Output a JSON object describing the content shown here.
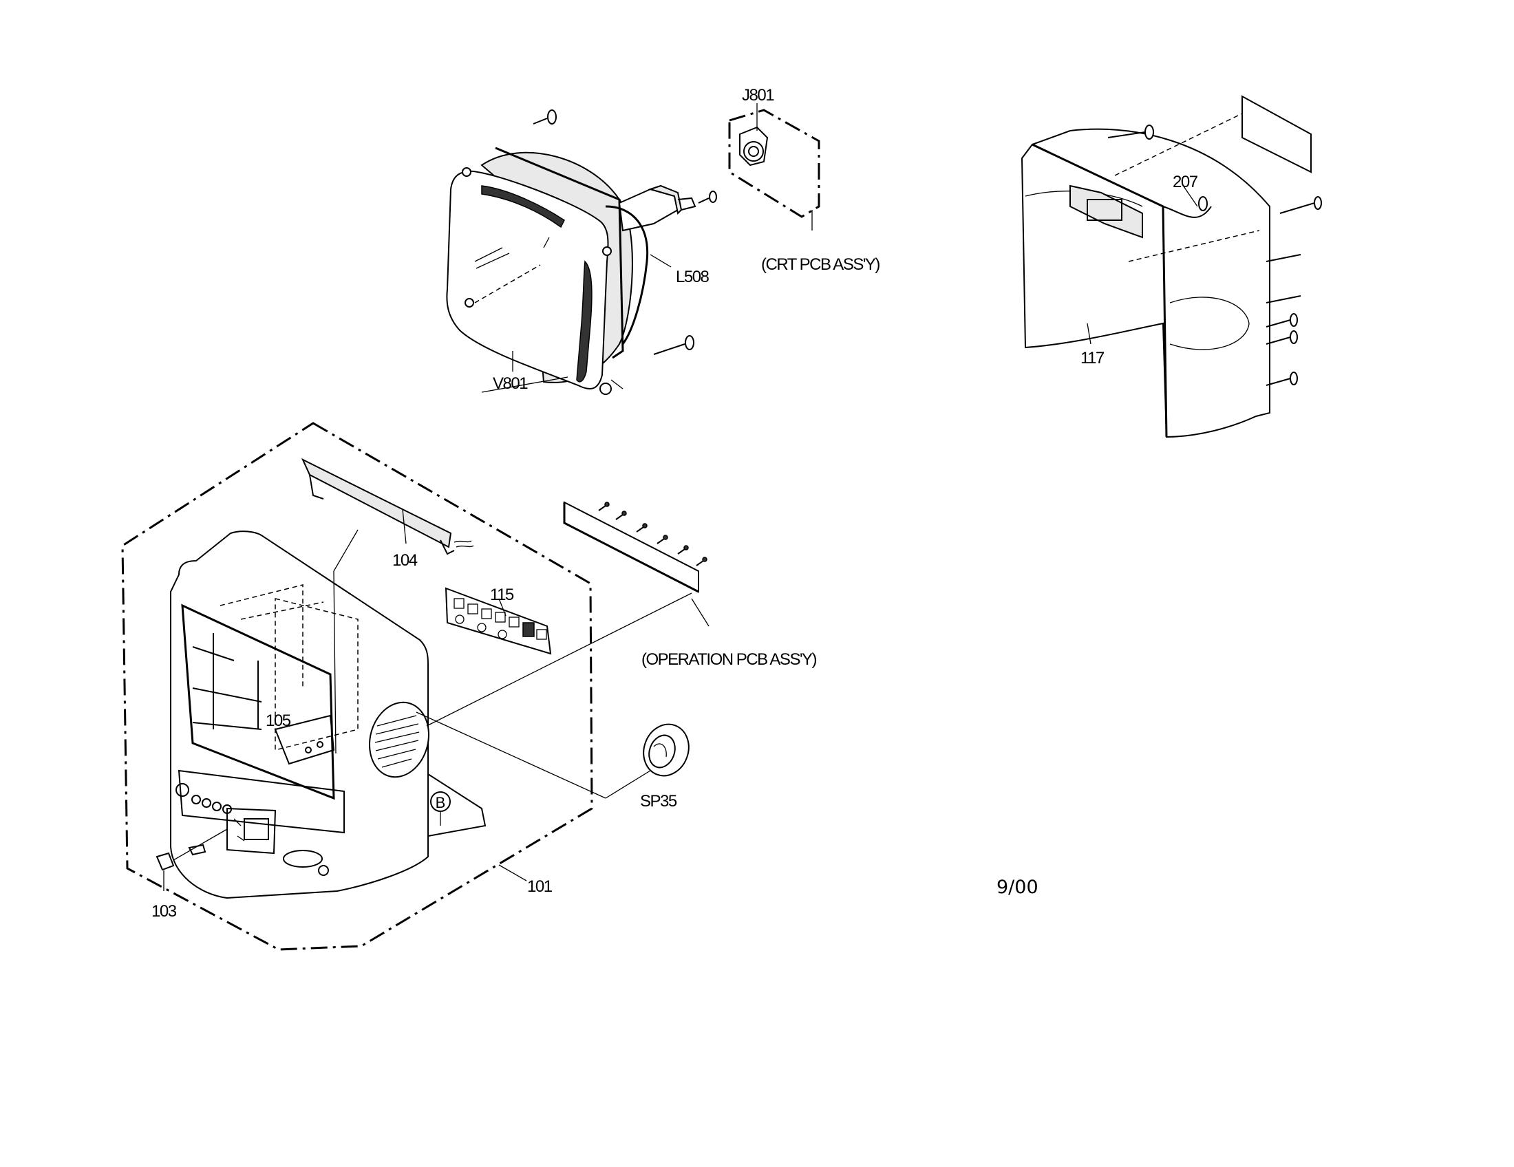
{
  "labels": {
    "j801": "J801",
    "crt_pcb": "(CRT PCB ASS'Y)",
    "l508": "L508",
    "v801": "V801",
    "n207": "207",
    "n117": "117",
    "n104": "104",
    "n115": "115",
    "op_pcb": "(OPERATION PCB ASS'Y)",
    "n105": "105",
    "b_mark": "B",
    "sp35": "SP35",
    "n101": "101",
    "n103": "103",
    "date": "9/00"
  }
}
